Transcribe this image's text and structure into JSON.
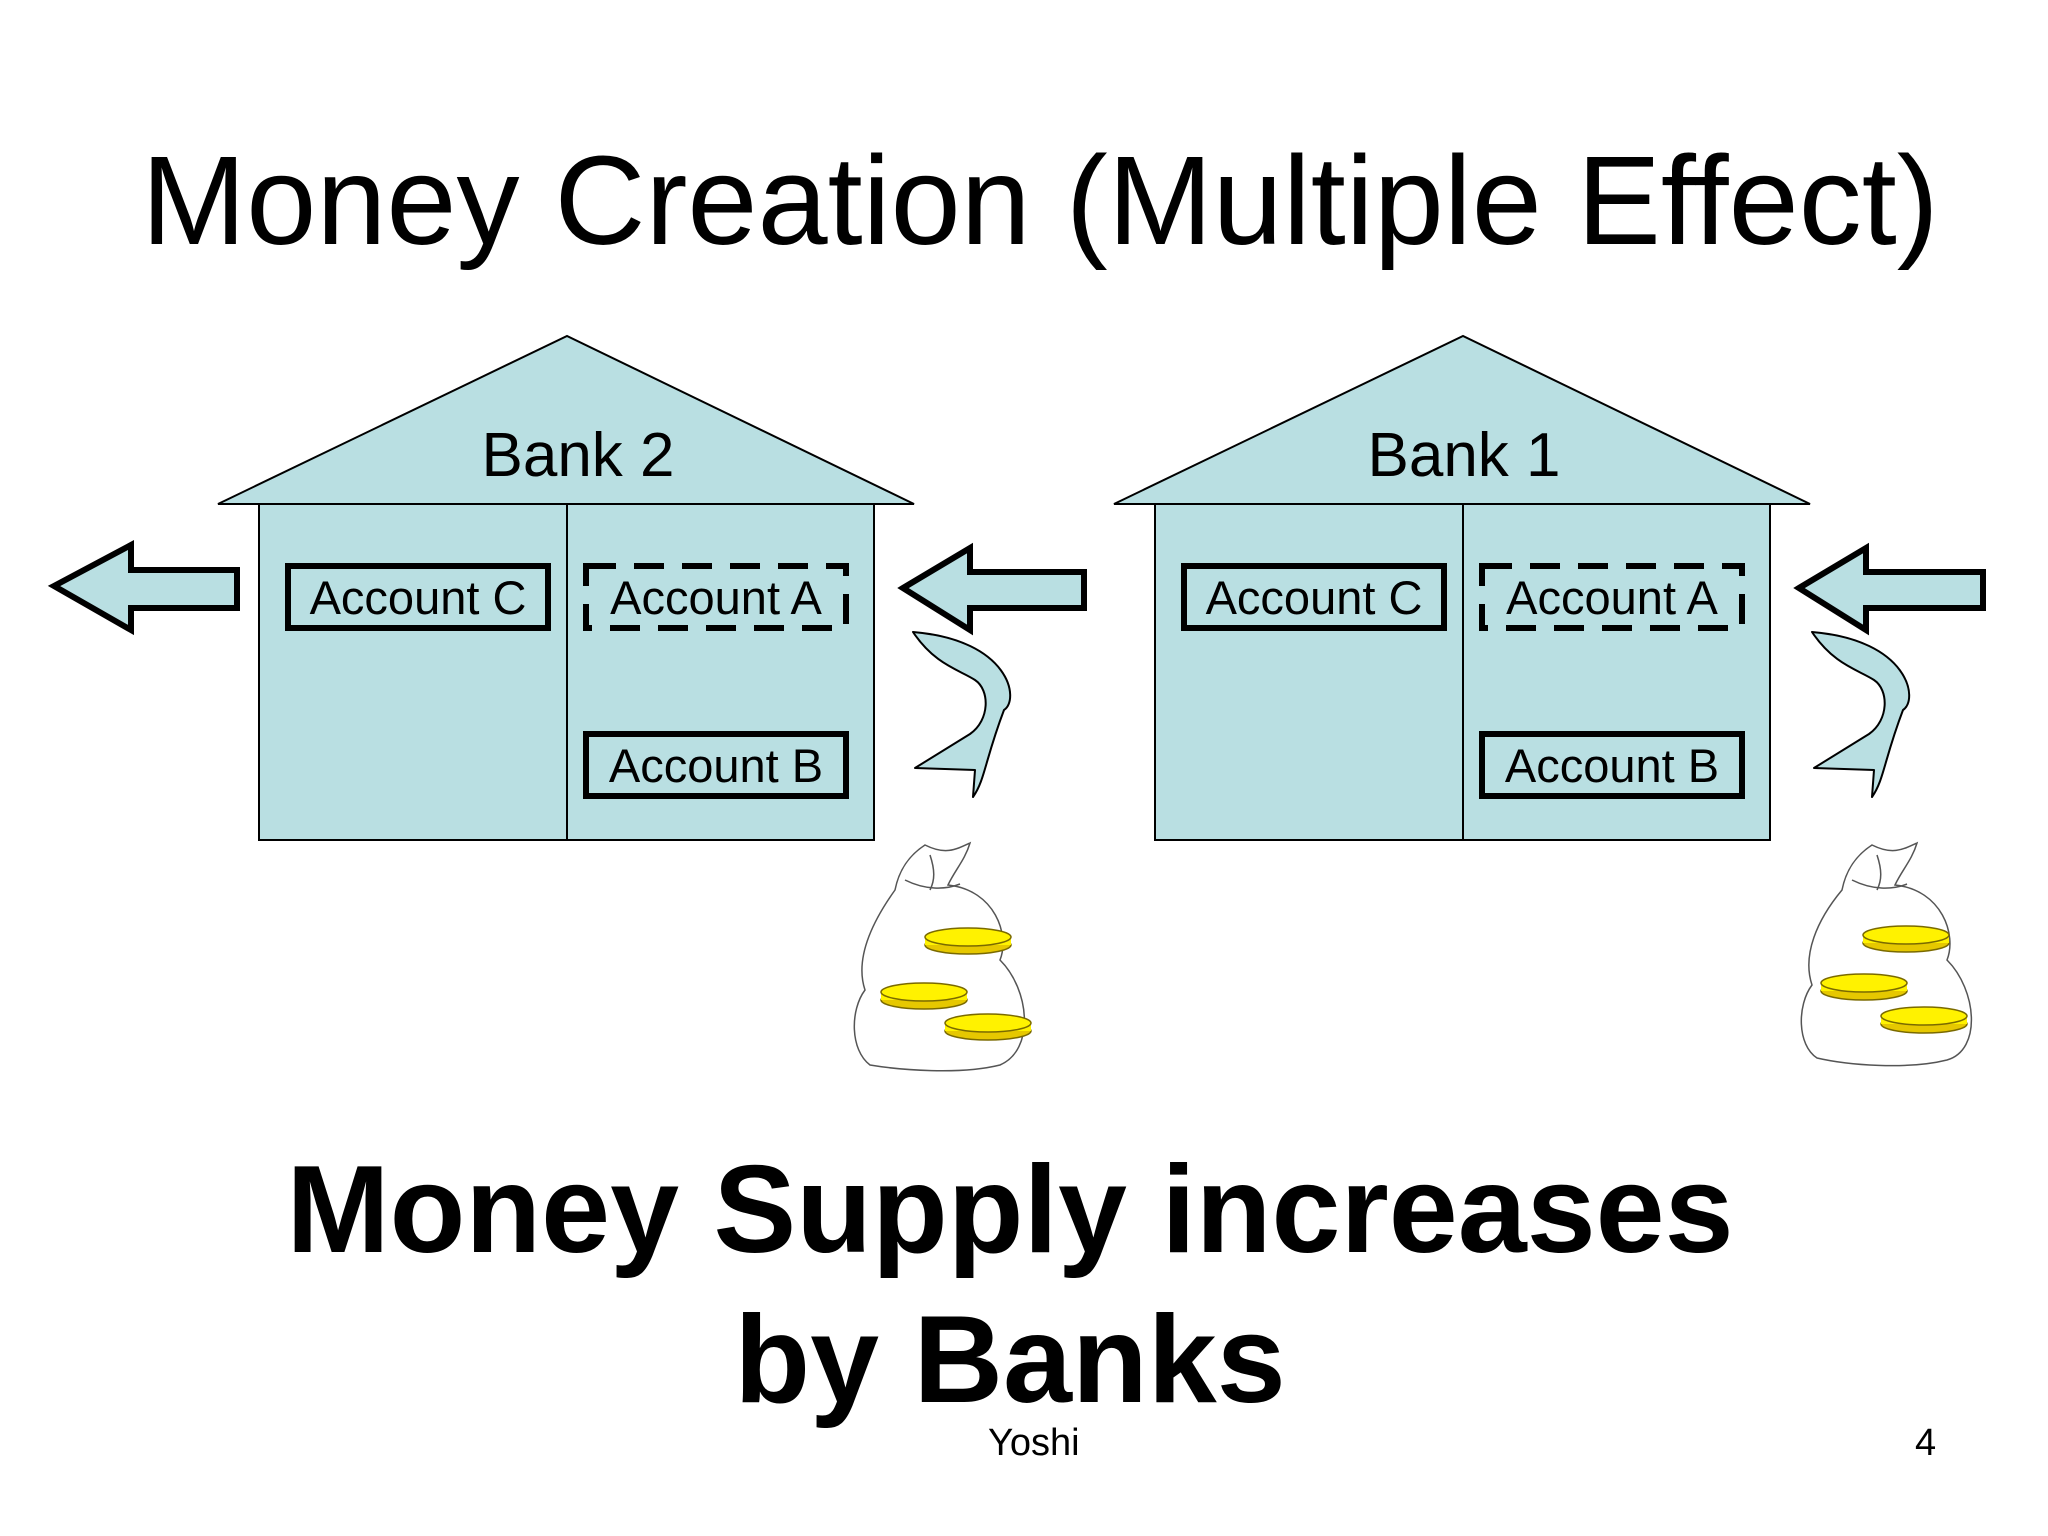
{
  "slide": {
    "title": "Money Creation (Multiple Effect)",
    "headline_line1": "Money Supply increases",
    "headline_line2": "by Banks",
    "author": "Yoshi",
    "page_number": "4"
  },
  "banks": [
    {
      "name": "Bank 2",
      "accounts": [
        "Account C",
        "Account A",
        "Account B"
      ]
    },
    {
      "name": "Bank 1",
      "accounts": [
        "Account C",
        "Account A",
        "Account B"
      ]
    }
  ],
  "colors": {
    "bank_fill": "#b9dfe2",
    "outline": "#000000",
    "coin": "#fff200",
    "bag_outline": "#555555"
  },
  "icons": [
    "arrow-left-icon",
    "curved-arrow-icon",
    "money-bag-icon",
    "coin-icon"
  ]
}
